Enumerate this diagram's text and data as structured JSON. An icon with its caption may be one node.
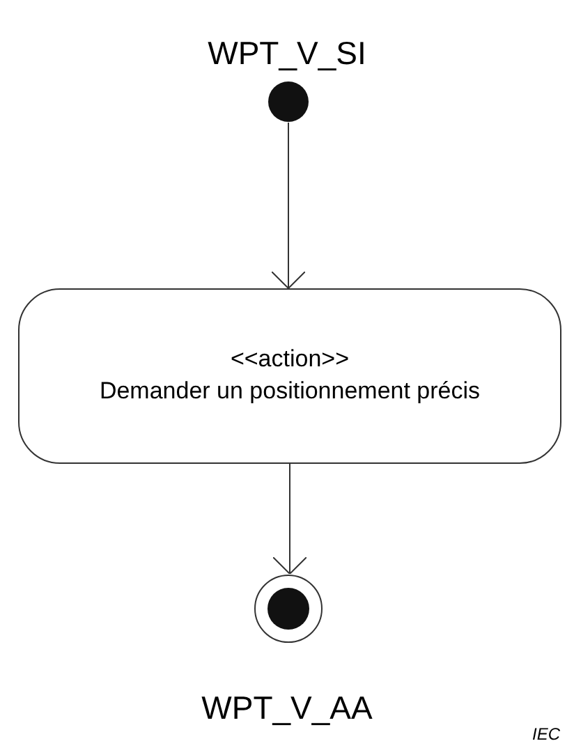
{
  "diagram": {
    "nodes": [
      {
        "text": [],
        "shape": "circle",
        "beside": [
          "WPT_V_SI"
        ]
      },
      {
        "text": [
          "<<action>>",
          "Demander un positionnement précis"
        ]
      },
      {
        "text": [],
        "shape": "circle",
        "beside": [
          "WPT_V_AA"
        ]
      }
    ],
    "edges": [
      {
        "from": 0,
        "to": 1,
        "arrow": "to"
      },
      {
        "from": 1,
        "to": 2,
        "arrow": "to"
      }
    ],
    "labels": [
      "IEC"
    ]
  }
}
